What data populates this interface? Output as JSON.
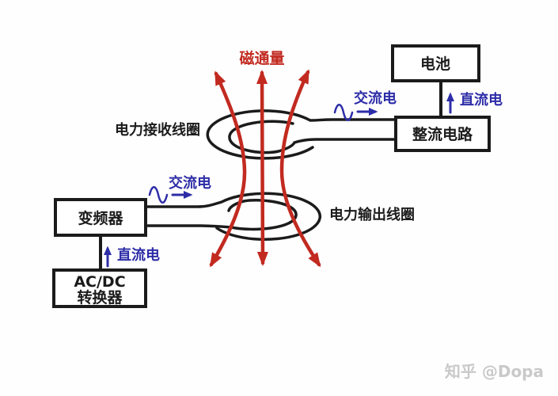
{
  "diagram": {
    "flux_label": "磁通量",
    "coils": {
      "receiver_label": "电力接收线圈",
      "transmitter_label": "电力输出线圈"
    },
    "boxes": {
      "battery": "电池",
      "rectifier": "整流电路",
      "inverter": "变频器",
      "acdc_line1": "AC/DC",
      "acdc_line2": "转换器"
    },
    "currents": {
      "ac_top": "交流电",
      "dc_top": "直流电",
      "ac_bottom": "交流电",
      "dc_bottom": "直流电"
    },
    "icons": {
      "ac_wave": "∿",
      "dc_up_arrow": "↑",
      "ac_right_arrow": "→",
      "flux_arrow": "↑"
    },
    "colors": {
      "flux_red": "#c22a20",
      "current_blue": "#2d2da8",
      "wire_black": "#1b1b1b",
      "background": "#fefefe",
      "watermark_gray": "#c9c9c9"
    },
    "watermark": "知乎 @Dopa"
  }
}
